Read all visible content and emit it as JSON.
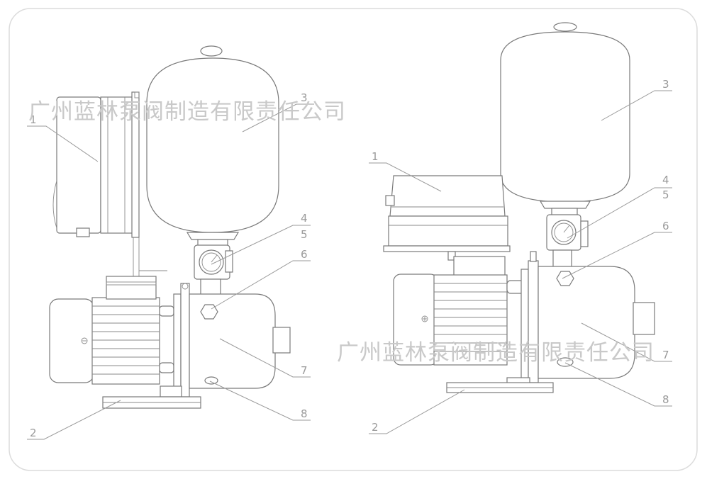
{
  "watermark": "广州蓝林泵阀制造有限责任公司",
  "left_labels": [
    "1",
    "2",
    "3",
    "4",
    "5",
    "6",
    "7",
    "8"
  ],
  "right_labels": [
    "1",
    "2",
    "3",
    "4",
    "5",
    "6",
    "7",
    "8"
  ],
  "colors": {
    "line": "#7a7a7a",
    "label": "#9a9a9a",
    "watermark": "#c9c9c9",
    "frame": "#dcdcdc"
  }
}
